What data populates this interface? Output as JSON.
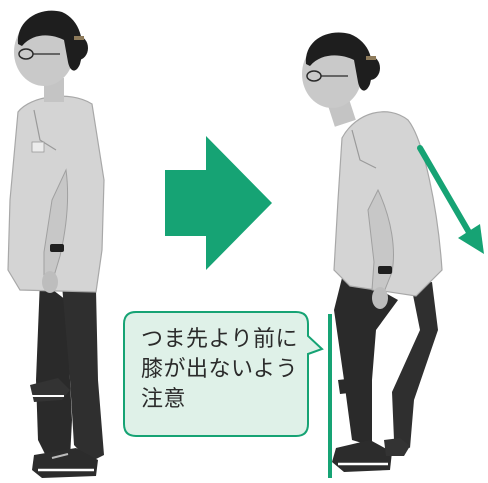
{
  "colors": {
    "accent": "#16a374",
    "bubble_fill": "#dff1e8",
    "bubble_stroke": "#16a374",
    "shirt": "#d2d2d2",
    "pants": "#2a2a2a",
    "skin": "#c9c9c9",
    "hair": "#1e1e1e"
  },
  "callout": {
    "line1": "つま先より前に",
    "line2": "膝が出ないよう",
    "line3": "注意"
  },
  "icons": {
    "arrow_between": "right-arrow-icon",
    "motion_arrow": "diagonal-arrow-icon"
  }
}
